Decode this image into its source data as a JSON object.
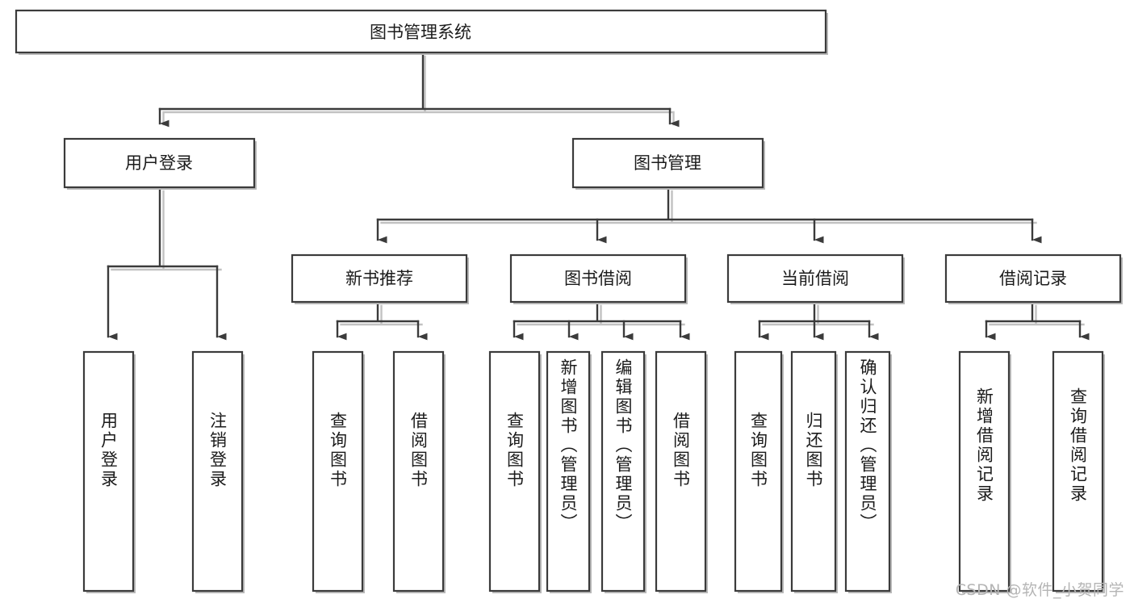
{
  "diagram": {
    "title": "图书管理系统",
    "type": "tree-hierarchy",
    "watermark": "CSDN @软件_小贺同学",
    "colors": {
      "box_stroke": "#3b3b3b",
      "box_fill": "#ffffff",
      "connector": "#3b3b3b",
      "shadow": "#b9b9b9",
      "text": "#1b1b1b",
      "watermark": "#b5b5b5"
    },
    "levels": {
      "root": {
        "label": "图书管理系统"
      },
      "level2": [
        {
          "label": "用户登录"
        },
        {
          "label": "图书管理"
        }
      ],
      "level3": [
        {
          "label": "新书推荐"
        },
        {
          "label": "图书借阅"
        },
        {
          "label": "当前借阅"
        },
        {
          "label": "借阅记录"
        }
      ],
      "leaves": {
        "user_login": [
          {
            "label": "用户登录"
          },
          {
            "label": "注销登录"
          }
        ],
        "new_book_recommend": [
          {
            "label": "查询图书"
          },
          {
            "label": "借阅图书"
          }
        ],
        "book_borrow": [
          {
            "label": "查询图书"
          },
          {
            "label": "新增图书（管理员）"
          },
          {
            "label": "编辑图书（管理员）"
          },
          {
            "label": "借阅图书"
          }
        ],
        "current_borrow": [
          {
            "label": "查询图书"
          },
          {
            "label": "归还图书"
          },
          {
            "label": "确认归还（管理员）"
          }
        ],
        "borrow_record": [
          {
            "label": "新增借阅记录"
          },
          {
            "label": "查询借阅记录"
          }
        ]
      }
    }
  }
}
